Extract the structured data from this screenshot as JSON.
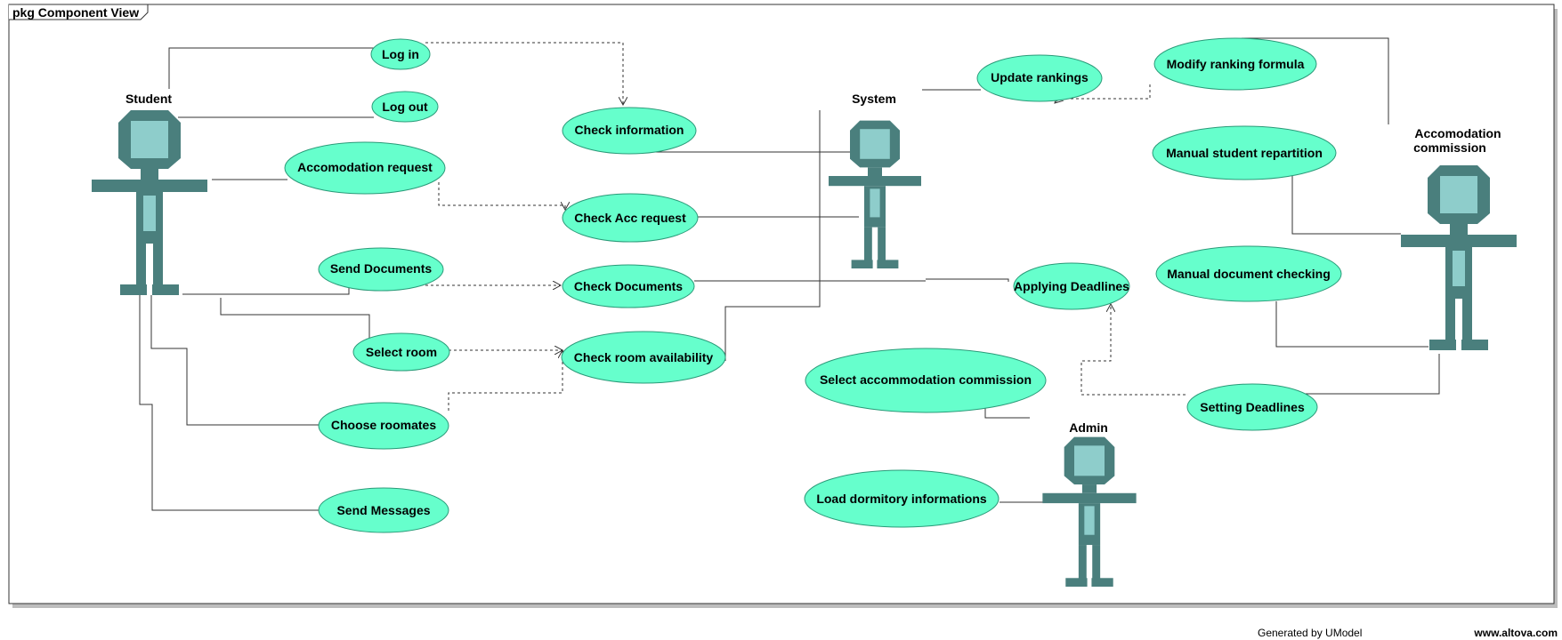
{
  "package": {
    "title": "pkg Component View"
  },
  "colors": {
    "usecase_fill": "#66ffcc",
    "usecase_stroke": "#2a9a78",
    "actor_dark": "#4a7f7d",
    "actor_light": "#8ecdcb",
    "line": "#333333"
  },
  "actors": {
    "student": {
      "label": "Student"
    },
    "system": {
      "label": "System"
    },
    "commission": {
      "label_line1": "Accomodation",
      "label_line2": "commission"
    },
    "admin": {
      "label": "Admin"
    }
  },
  "usecases": {
    "log_in": "Log in",
    "log_out": "Log out",
    "accommodation_request": "Accomodation request",
    "send_documents": "Send Documents",
    "select_room": "Select room",
    "choose_roommates": "Choose roomates",
    "send_messages": "Send Messages",
    "check_information": "Check information",
    "check_acc_request": "Check Acc request",
    "check_documents": "Check Documents",
    "check_room_availability": "Check room availability",
    "update_rankings": "Update rankings",
    "modify_ranking_formula": "Modify ranking formula",
    "manual_student_repartition": "Manual student repartition",
    "manual_document_checking": "Manual document checking",
    "applying_deadlines": "Applying Deadlines",
    "setting_deadlines": "Setting Deadlines",
    "select_accommodation_commission": "Select accommodation commission",
    "load_dormitory_informations": "Load dormitory informations"
  },
  "footer": {
    "generated_by": "Generated by UModel",
    "url": "www.altova.com"
  }
}
